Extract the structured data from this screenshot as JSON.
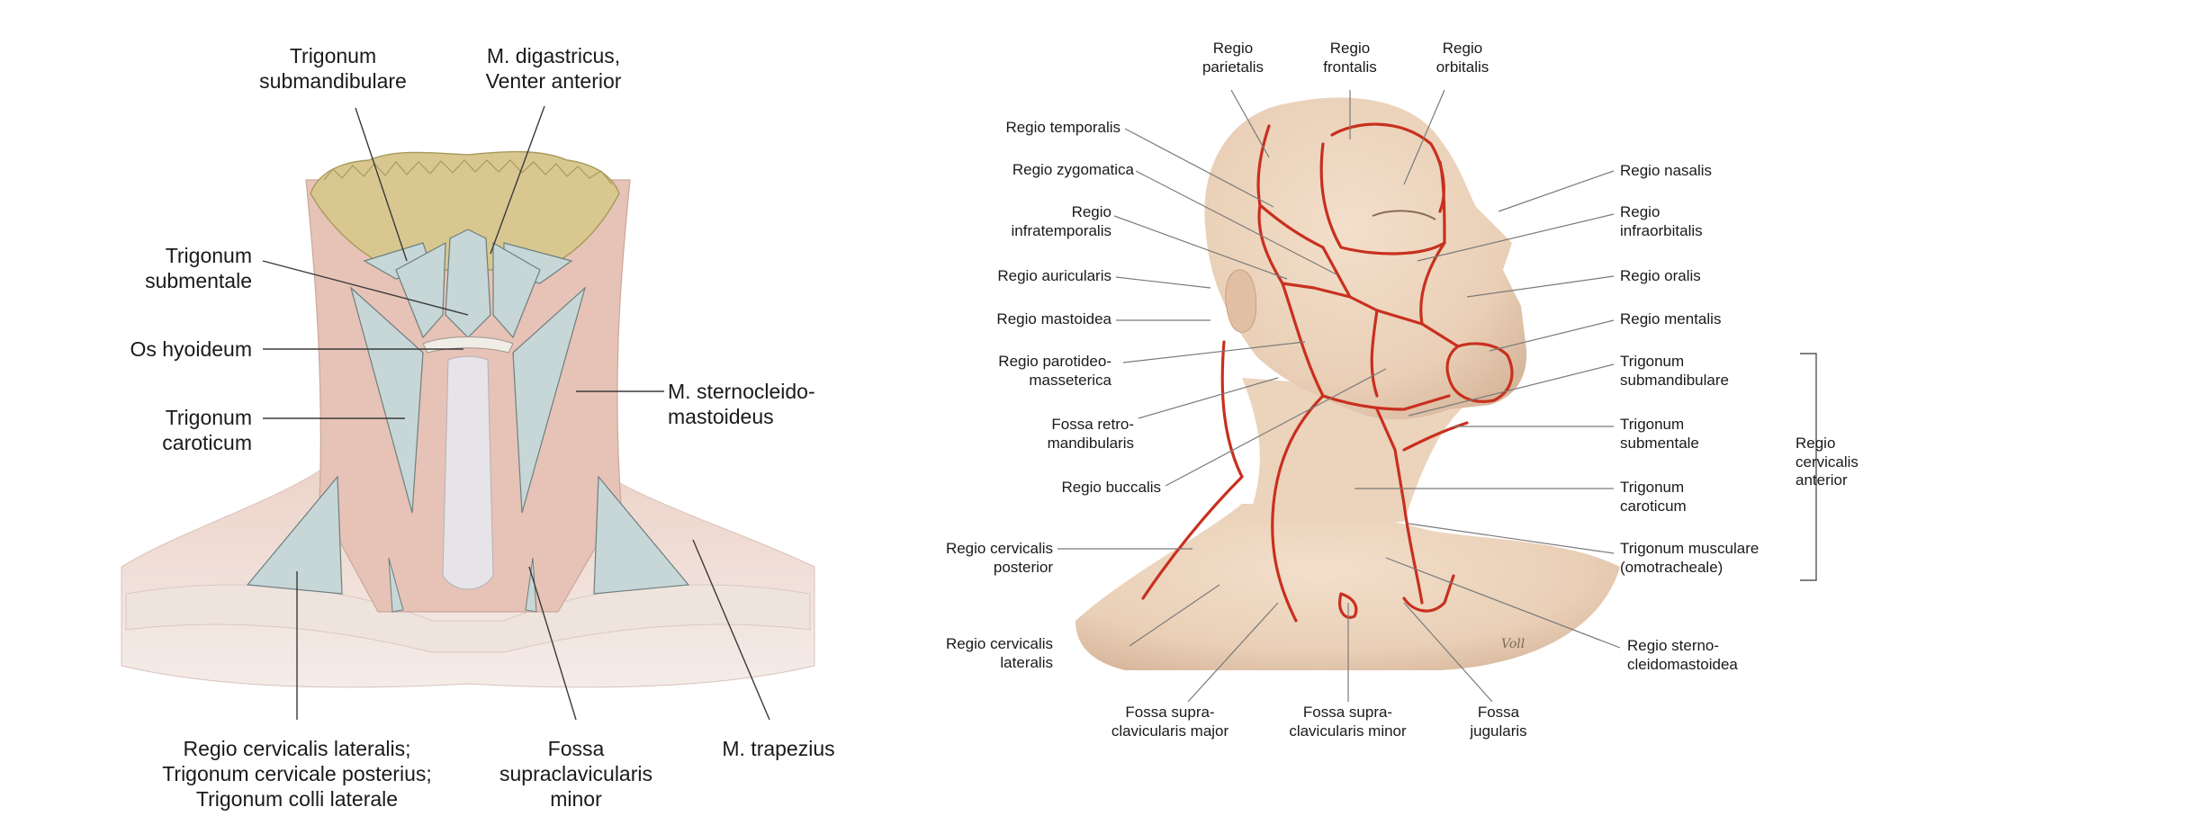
{
  "left_figure": {
    "labels": {
      "trig_submandibulare": "Trigonum\nsubmandibulare",
      "digastricus": "M. digastricus,\nVenter anterior",
      "trig_submentale": "Trigonum\nsubmentale",
      "os_hyoideum": "Os hyoideum",
      "sternocleido": "M. sternocleido-\nmastoideus",
      "trig_caroticum": "Trigonum\ncaroticum",
      "regio_lateralis": "Regio cervicalis lateralis;\nTrigonum cervicale posterius;\nTrigonum colli laterale",
      "fossa_minor": "Fossa\nsupraclavicularis\nminor",
      "trapezius": "M. trapezius"
    }
  },
  "right_figure": {
    "labels": {
      "parietalis": "Regio\nparietalis",
      "frontalis": "Regio\nfrontalis",
      "orbitalis": "Regio\norbitalis",
      "temporalis": "Regio temporalis",
      "zygomatica": "Regio zygomatica",
      "infratemporalis": "Regio\ninfratemporalis",
      "auricularis": "Regio auricularis",
      "mastoidea": "Regio mastoidea",
      "parotideo": "Regio parotideo-\nmasseterica",
      "retromandibularis": "Fossa retro-\nmandibularis",
      "buccalis": "Regio buccalis",
      "cervicalis_posterior": "Regio cervicalis\nposterior",
      "cervicalis_lateralis": "Regio cervicalis\nlateralis",
      "supraclav_major": "Fossa supra-\nclavicularis major",
      "supraclav_minor": "Fossa supra-\nclavicularis minor",
      "jugularis": "Fossa\njugularis",
      "sternocleidomastoidea": "Regio sterno-\ncleidomastoidea",
      "nasalis": "Regio nasalis",
      "infraorbitalis": "Regio\ninfraorbitalis",
      "oralis": "Regio oralis",
      "mentalis": "Regio mentalis",
      "trig_submandibulare": "Trigonum\nsubmandibulare",
      "trig_submentale": "Trigonum\nsubmentale",
      "trig_caroticum": "Trigonum\ncaroticum",
      "trig_musculare": "Trigonum musculare\n(omotracheale)",
      "cervicalis_anterior": "Regio\ncervicalis\nanterior",
      "signature": "Voll"
    }
  },
  "colors": {
    "muscle": "#e3c3b8",
    "triangle": "#c7d6d6",
    "bone": "#d8c890",
    "skin": "#efd6bf",
    "region_line": "#c8301e"
  }
}
